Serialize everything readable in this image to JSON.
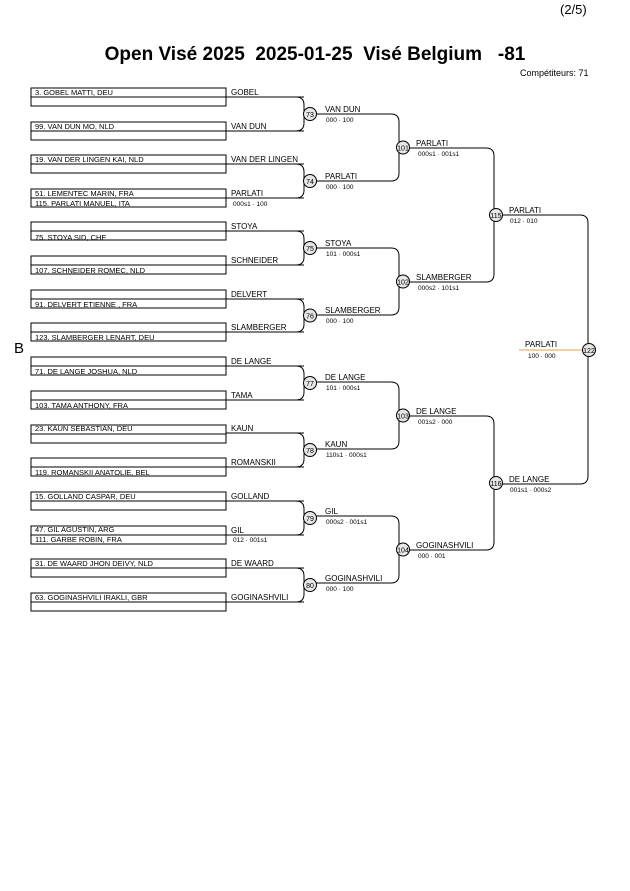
{
  "header": {
    "page_indicator": "(2/5)",
    "title": "Open Visé 2025  2025-01-25  Visé Belgium   -81",
    "competitors": "Compétiteurs: 71",
    "pool_label": "B"
  },
  "entries": [
    {
      "seed": "3. GOBEL MATTI, DEU",
      "name": "GOBEL"
    },
    {
      "seed": "99. VAN DUN MO, NLD",
      "name": "VAN DUN"
    },
    {
      "seed": "19. VAN DER LINGEN KAI, NLD",
      "name": "VAN DER LINGEN"
    },
    {
      "seed": "51. LEMENTEC MARIN, FRA",
      "name": "PARLATI",
      "prelim": "115. PARLATI MANUEL, ITA",
      "prelim_score": "000s1 · 100"
    },
    {
      "seed": "",
      "name": "STOYA"
    },
    {
      "seed": "75. STOYA SID, CHE",
      "name": "SCHNEIDER"
    },
    {
      "seed": "107. SCHNEIDER ROMEC, NLD",
      "name": "DELVERT"
    },
    {
      "seed": "91. DELVERT ETIENNE , FRA",
      "name": "SLAMBERGER"
    },
    {
      "seed": "123. SLAMBERGER LENART, DEU",
      "name": "DE LANGE"
    },
    {
      "seed": "71. DE LANGE JOSHUA, NLD",
      "name": "TAMA"
    },
    {
      "seed": "103. TAMA ANTHONY, FRA",
      "name": "KAUN"
    },
    {
      "seed": "23. KAUN SEBASTIAN, DEU",
      "name": "ROMANSKII"
    },
    {
      "seed": "119. ROMANSKII ANATOLIE, BEL",
      "name": ""
    },
    {
      "seed": "15. GOLLAND CASPAR, DEU",
      "name": "GOLLAND"
    },
    {
      "seed": "47. GIL AGUSTIN, ARG",
      "name": "GIL",
      "prelim": "111. GARBE ROBIN, FRA",
      "prelim_score": "012 · 001s1"
    },
    {
      "seed": "31. DE WAARD JHON DEIVY, NLD",
      "name": "DE WAARD"
    },
    {
      "seed": "63. GOGINASHVILI IRAKLI, GBR",
      "name": "GOGINASHVILI"
    }
  ],
  "round1": [
    {
      "num": "73",
      "winner": "VAN DUN",
      "score": "000 · 100"
    },
    {
      "num": "74",
      "winner": "PARLATI",
      "score": "000 · 100"
    },
    {
      "num": "75",
      "winner": "STOYA",
      "score": "101 · 000s1"
    },
    {
      "num": "76",
      "winner": "SLAMBERGER",
      "score": "000 · 100"
    },
    {
      "num": "77",
      "winner": "DE LANGE",
      "score": "101 · 000s1"
    },
    {
      "num": "78",
      "winner": "KAUN",
      "score": "110s1 · 000s1"
    },
    {
      "num": "79",
      "winner": "GIL",
      "score": "000s2 · 001s1"
    },
    {
      "num": "80",
      "winner": "GOGINASHVILI",
      "score": "000 · 100"
    }
  ],
  "round2": [
    {
      "num": "101",
      "winner": "PARLATI",
      "score": "000s1 · 001s1"
    },
    {
      "num": "102",
      "winner": "SLAMBERGER",
      "score": "000s2 · 101s1"
    },
    {
      "num": "103",
      "winner": "DE LANGE",
      "score": "001s2 · 000"
    },
    {
      "num": "104",
      "winner": "GOGINASHVILI",
      "score": "000 · 001"
    }
  ],
  "round3": [
    {
      "num": "115",
      "winner": "PARLATI",
      "score": "012 · 010"
    },
    {
      "num": "116",
      "winner": "DE LANGE",
      "score": "001s1 · 000s2"
    }
  ],
  "final": {
    "num": "122",
    "winner": "PARLATI",
    "score": "100 · 000"
  },
  "colors": {
    "line": "#000000",
    "final_underline": "#d9a050"
  }
}
